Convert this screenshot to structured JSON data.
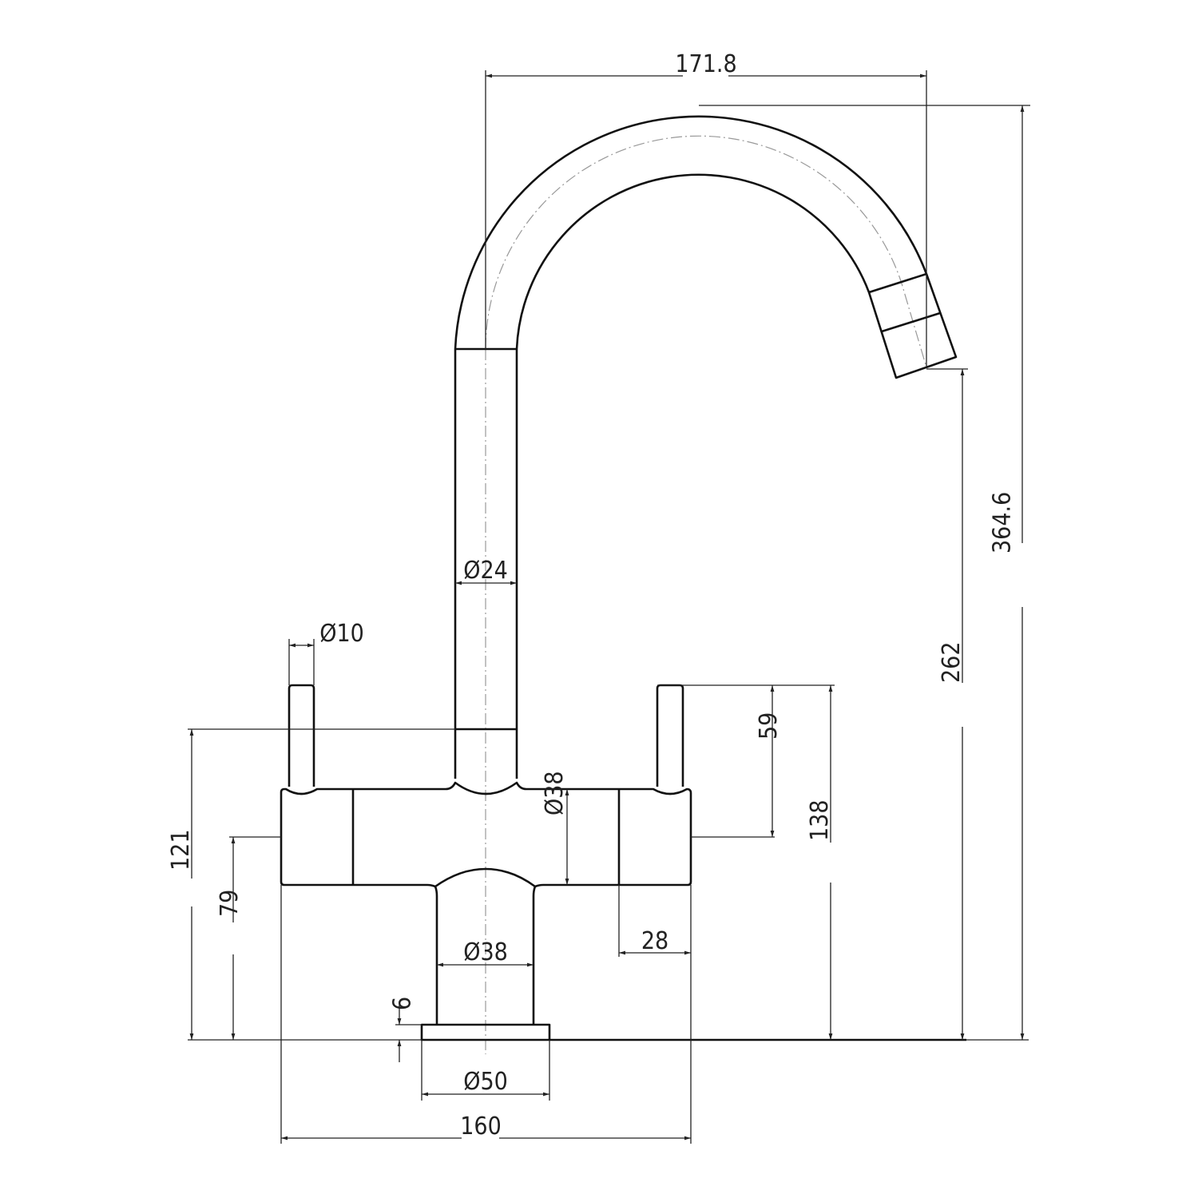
{
  "title": "Tap technical drawing",
  "dimensions": {
    "spout_reach": "171.8",
    "total_height": "364.6",
    "spout_outlet_height": "262",
    "lever_height": "138",
    "lever_length": "59",
    "body_top_height": "121",
    "body_axis_height": "79",
    "total_width": "160",
    "base_diameter": "Ø50",
    "stem_diameter": "Ø38",
    "body_diameter": "Ø38",
    "spout_diameter": "Ø24",
    "lever_diameter": "Ø10",
    "handle_width": "28",
    "base_thickness": "6"
  }
}
